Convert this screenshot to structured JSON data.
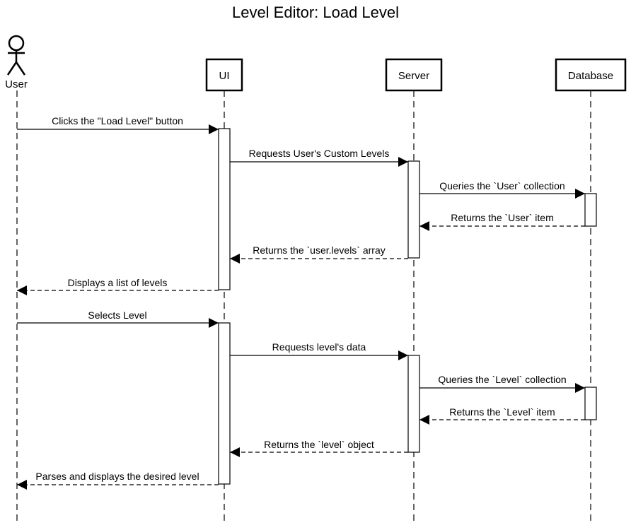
{
  "title": "Level Editor: Load Level",
  "participants": [
    {
      "id": "user",
      "label": "User",
      "kind": "actor"
    },
    {
      "id": "ui",
      "label": "UI",
      "kind": "box"
    },
    {
      "id": "server",
      "label": "Server",
      "kind": "box"
    },
    {
      "id": "database",
      "label": "Database",
      "kind": "box"
    }
  ],
  "messages": [
    {
      "label": "Clicks the \"Load Level\" button",
      "from": "user",
      "to": "ui",
      "style": "solid"
    },
    {
      "label": "Requests User's Custom Levels",
      "from": "ui",
      "to": "server",
      "style": "solid"
    },
    {
      "label": "Queries the `User` collection",
      "from": "server",
      "to": "database",
      "style": "solid"
    },
    {
      "label": "Returns the `User` item",
      "from": "database",
      "to": "server",
      "style": "dashed"
    },
    {
      "label": "Returns the `user.levels` array",
      "from": "server",
      "to": "ui",
      "style": "dashed"
    },
    {
      "label": "Displays a list of levels",
      "from": "ui",
      "to": "user",
      "style": "dashed"
    },
    {
      "label": "Selects Level",
      "from": "user",
      "to": "ui",
      "style": "solid"
    },
    {
      "label": "Requests level's data",
      "from": "ui",
      "to": "server",
      "style": "solid"
    },
    {
      "label": "Queries the `Level` collection",
      "from": "server",
      "to": "database",
      "style": "solid"
    },
    {
      "label": "Returns the `Level` item",
      "from": "database",
      "to": "server",
      "style": "dashed"
    },
    {
      "label": "Returns the `level` object",
      "from": "server",
      "to": "ui",
      "style": "dashed"
    },
    {
      "label": "Parses and displays the desired level",
      "from": "ui",
      "to": "user",
      "style": "dashed"
    }
  ]
}
